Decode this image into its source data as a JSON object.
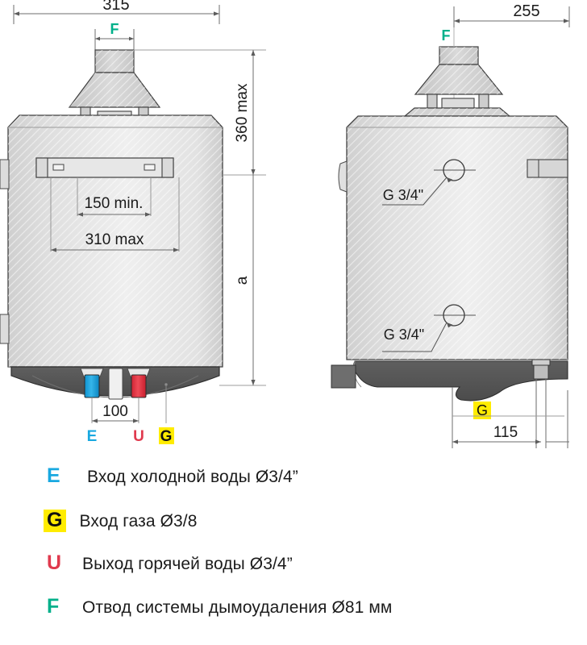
{
  "title": "Gas water heater installation dimensions",
  "colors": {
    "cold_water_blue": "#18a8e0",
    "gas_yellow": "#ffec00",
    "hot_water_red": "#e03a4e",
    "flue_green": "#00b08a",
    "body_light": "#f3f3f3",
    "body_mid": "#d8d8d8",
    "shroud_dark": "#565656",
    "line": "#3a3a3a",
    "dimension_line": "#7a7a7a"
  },
  "front_view": {
    "name": "front-view",
    "dimensions": {
      "overall_width": "315",
      "flue_label": "F",
      "height_max": "360 max",
      "bracket_min": "150 min.",
      "bracket_max": "310 max",
      "depth_label": "a",
      "connection_spacing": "100"
    },
    "connection_labels": {
      "cold_water": "E",
      "hot_water": "U",
      "gas": "G"
    }
  },
  "side_view": {
    "name": "side-view",
    "dimensions": {
      "overall_depth": "255",
      "flue_label": "F",
      "gas_offset": "115"
    },
    "callouts": {
      "upper_port": "G 3/4\"",
      "lower_port": "G 3/4\"",
      "gas_marker": "G"
    }
  },
  "legend": {
    "name": "connection-legend",
    "items": [
      {
        "key": "E",
        "key_color": "#18a8e0",
        "highlight": "none",
        "text": "Вход холодной воды Ø3/4”"
      },
      {
        "key": "G",
        "key_color": "#101010",
        "highlight": "#ffec00",
        "text": "Вход газа Ø3/8"
      },
      {
        "key": "U",
        "key_color": "#e03a4e",
        "highlight": "none",
        "text": "Выход горячей воды Ø3/4”"
      },
      {
        "key": "F",
        "key_color": "#00b08a",
        "highlight": "none",
        "text": "Отвод системы дымоудаления Ø81 мм"
      }
    ]
  }
}
